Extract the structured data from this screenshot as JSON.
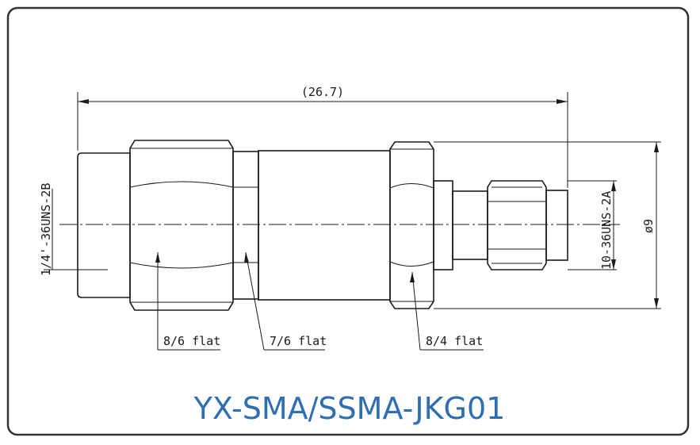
{
  "title": "YX-SMA/SSMA-JKG01",
  "colors": {
    "title": "#2f6fb0",
    "line": "#1a1a1a",
    "frame": "#333333"
  },
  "dimensions": {
    "overall_length": "(26.7)",
    "left_thread": "1/4'-36UNS-2B",
    "right_thread": "10-36UNS-2A",
    "diameter": "ø9"
  },
  "callouts": [
    "8/6 flat",
    "7/6 flat",
    "8/4 flat"
  ]
}
